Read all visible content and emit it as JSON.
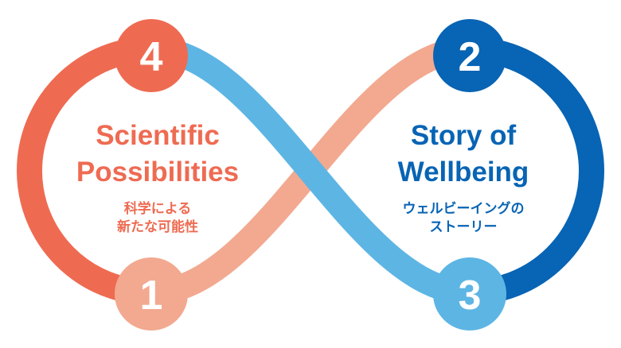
{
  "colors": {
    "coral": "#EE6B52",
    "salmon": "#F2A990",
    "light_blue": "#5DB5E4",
    "dark_blue": "#0864B4"
  },
  "steps": [
    {
      "number": "1"
    },
    {
      "number": "2"
    },
    {
      "number": "3"
    },
    {
      "number": "4"
    }
  ],
  "left": {
    "title_line1": "Scientific",
    "title_line2": "Possibilities",
    "sub_line1": "科学による",
    "sub_line2": "新たな可能性"
  },
  "right": {
    "title_line1": "Story of",
    "title_line2": "Wellbeing",
    "sub_line1": "ウェルビーイングの",
    "sub_line2": "ストーリー"
  }
}
